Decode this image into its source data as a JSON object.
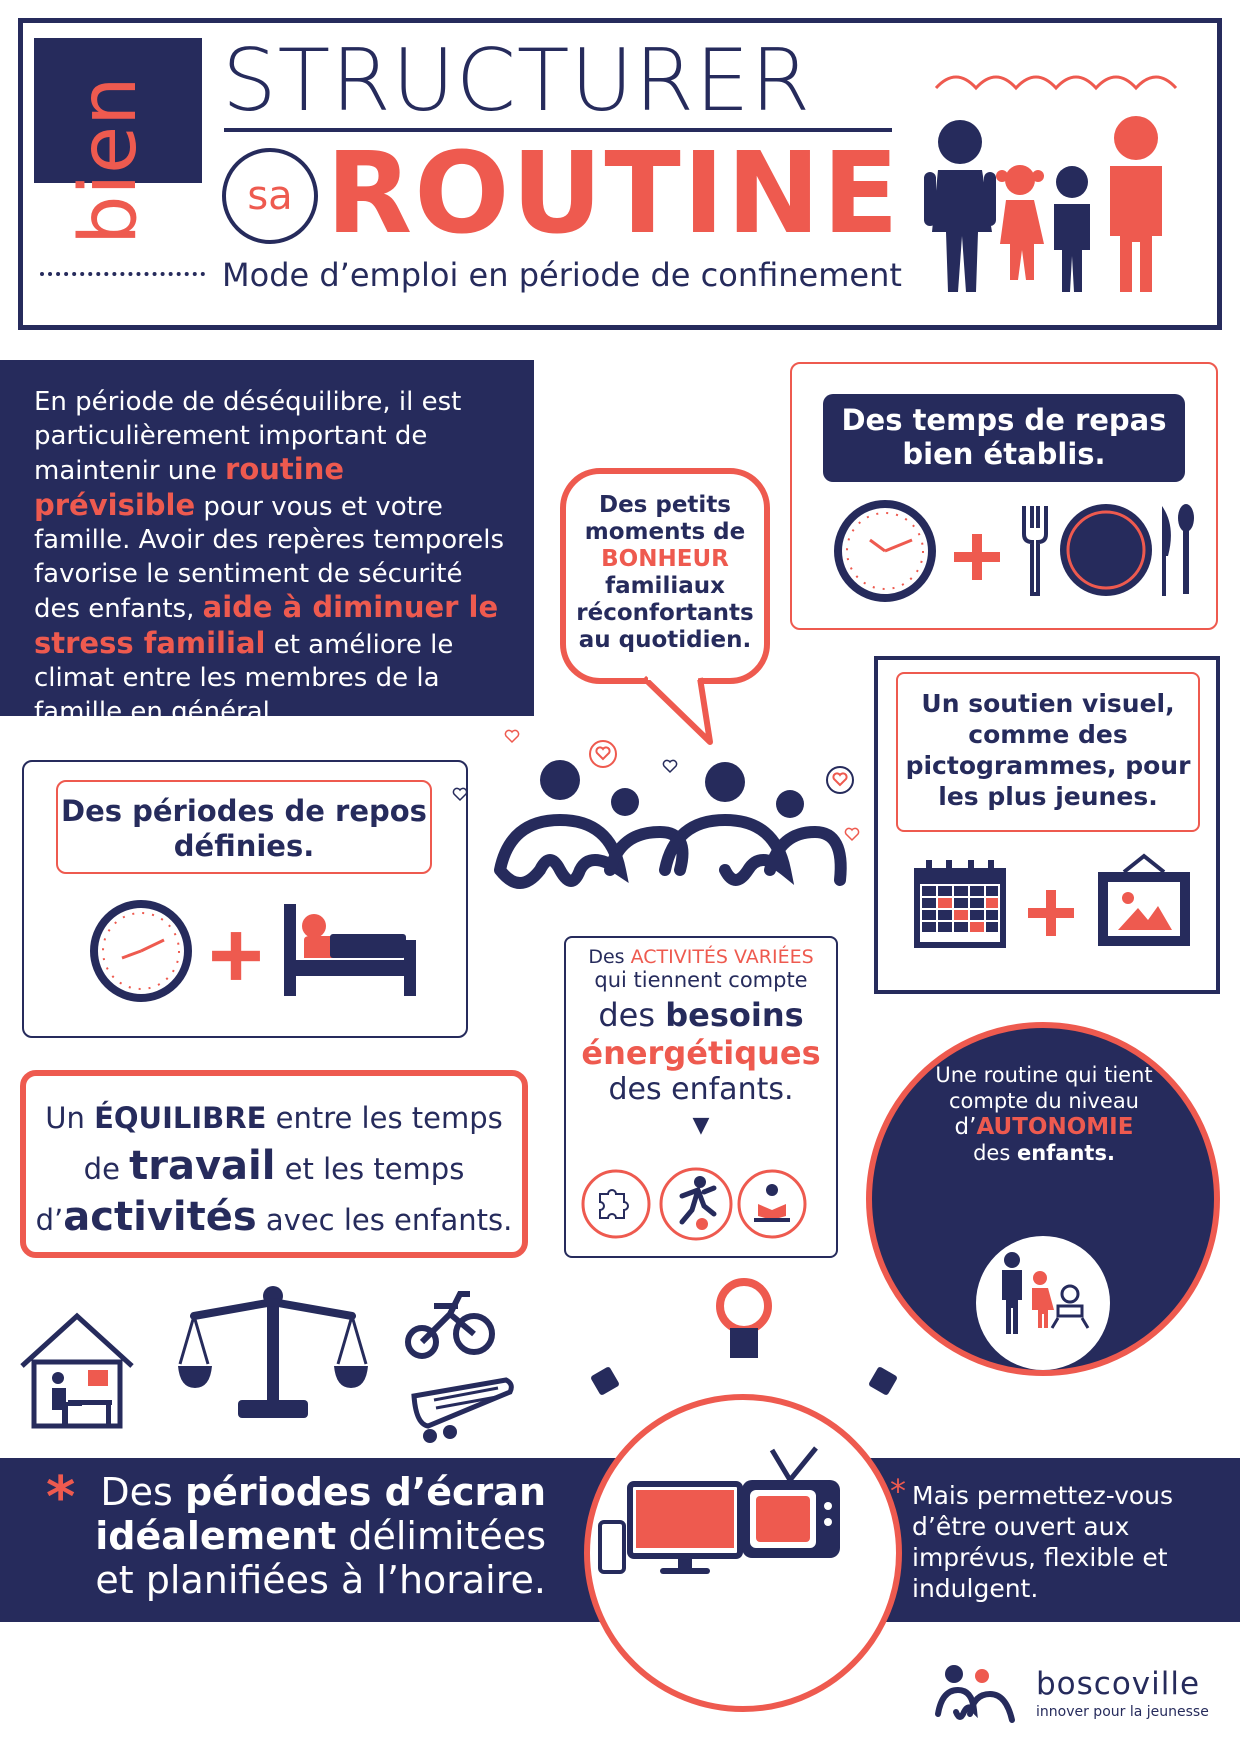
{
  "header": {
    "bien": "bien",
    "title_line1": "STRUCTURER",
    "sa": "sa",
    "title_line2": "ROUTINE",
    "subtitle": "Mode d’emploi en période de confinement"
  },
  "intro": {
    "p1": "En période de déséquilibre, il est particulièrement important de maintenir une ",
    "hl1": "routine prévisible",
    "p2": " pour vous et votre famille.  Avoir des repères temporels favorise le sentiment de sécurité des enfants, ",
    "hl2": "aide à diminuer le stress familial",
    "p3": " et améliore le climat entre les membres de la famille en général."
  },
  "bubble": {
    "l1": "Des petits moments de",
    "hl": "BONHEUR",
    "l2": "familiaux réconfortants au quotidien."
  },
  "meals": {
    "title": "Des temps de repas bien établis."
  },
  "visual": {
    "text": "Un soutien visuel, comme des pictogrammes, pour les plus jeunes."
  },
  "repos": {
    "text": "Des périodes de repos définies."
  },
  "equilibre": {
    "a": "Un ",
    "b": "ÉQUILIBRE",
    "c": " entre les temps",
    "d": "de ",
    "e": "travail",
    "f": " et les temps",
    "g": "d’",
    "h": "activités",
    "i": " avec les enfants."
  },
  "activities": {
    "a": "Des ",
    "b": "ACTIVITÉS VARIÉES",
    "c": "qui tiennent compte",
    "d": "des ",
    "e": "besoins",
    "f": "énergétiques",
    "g": "des enfants.",
    "arrow": "▼"
  },
  "autonomy": {
    "a": "Une routine qui tient compte du niveau",
    "b": "d’",
    "c": "AUTONOMIE",
    "d": "des ",
    "e": "enfants."
  },
  "screens": {
    "star": "*",
    "a": "Des ",
    "b": "périodes d’écran",
    "c": "idéalement",
    "d": " délimitées et planifiées à l’horaire."
  },
  "flex": {
    "star": "*",
    "text": "Mais permettez-vous d’être ouvert aux imprévus, flexible et indulgent."
  },
  "logo": {
    "name": "boscoville",
    "tagline": "innover pour la jeunesse"
  },
  "colors": {
    "navy": "#262b5c",
    "coral": "#ee5a4f",
    "white": "#ffffff"
  }
}
